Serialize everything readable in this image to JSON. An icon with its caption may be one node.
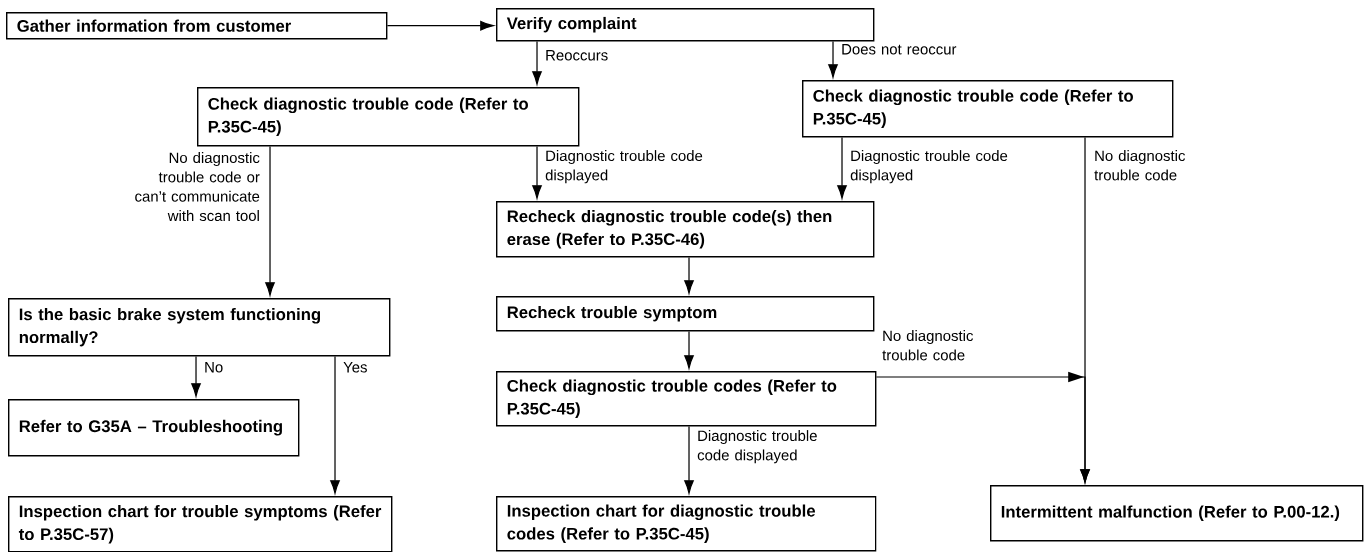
{
  "diagram": {
    "nodes": [
      {
        "text": [
          "Gather information from customer"
        ]
      },
      {
        "text": [
          "Verify complaint"
        ]
      },
      {
        "text": [
          "Check diagnostic trouble code (Refer to P.35C-45)"
        ]
      },
      {
        "text": [
          "Check diagnostic trouble code (Refer to P.35C-45)"
        ]
      },
      {
        "text": [
          "Recheck diagnostic trouble code(s) then erase (Refer to P.35C-46)"
        ]
      },
      {
        "text": [
          "Is the basic brake system functioning normally?"
        ]
      },
      {
        "text": [
          "Recheck trouble symptom"
        ]
      },
      {
        "text": [
          "Check diagnostic trouble codes (Refer to P.35C-45)"
        ]
      },
      {
        "text": [
          "Refer to G35A – Troubleshooting"
        ]
      },
      {
        "text": [
          "Inspection chart for trouble symptoms (Refer to P.35C-57)"
        ]
      },
      {
        "text": [
          "Inspection chart for diagnostic trouble codes (Refer to P.35C-45)"
        ]
      },
      {
        "text": [
          "Intermittent malfunction (Refer to P.00-12.)"
        ]
      }
    ],
    "edges": [
      {
        "from": 0,
        "to": 1,
        "arrow": "to"
      },
      {
        "from": 1,
        "to": 2,
        "arrow": "to",
        "label": "Reoccurs"
      },
      {
        "from": 1,
        "to": 3,
        "arrow": "to",
        "label": "Does not reoccur"
      },
      {
        "from": 2,
        "to": 5,
        "arrow": "to",
        "label": "No diagnostic trouble code or can’t communicate with scan tool"
      },
      {
        "from": 2,
        "to": 4,
        "arrow": "to",
        "label": "Diagnostic trouble code displayed"
      },
      {
        "from": 3,
        "to": 4,
        "arrow": "to",
        "label": "Diagnostic trouble code displayed"
      },
      {
        "from": 3,
        "to": 11,
        "arrow": "to",
        "label": "No diagnostic trouble code"
      },
      {
        "from": 4,
        "to": 6,
        "arrow": "to"
      },
      {
        "from": 6,
        "to": 7,
        "arrow": "to"
      },
      {
        "from": 7,
        "to": 11,
        "arrow": "to",
        "label": "No diagnostic trouble code"
      },
      {
        "from": 7,
        "to": 10,
        "arrow": "to",
        "label": "Diagnostic trouble code displayed"
      },
      {
        "from": 5,
        "to": 8,
        "arrow": "to",
        "label": "No"
      },
      {
        "from": 5,
        "to": 9,
        "arrow": "to",
        "label": "Yes"
      }
    ]
  }
}
